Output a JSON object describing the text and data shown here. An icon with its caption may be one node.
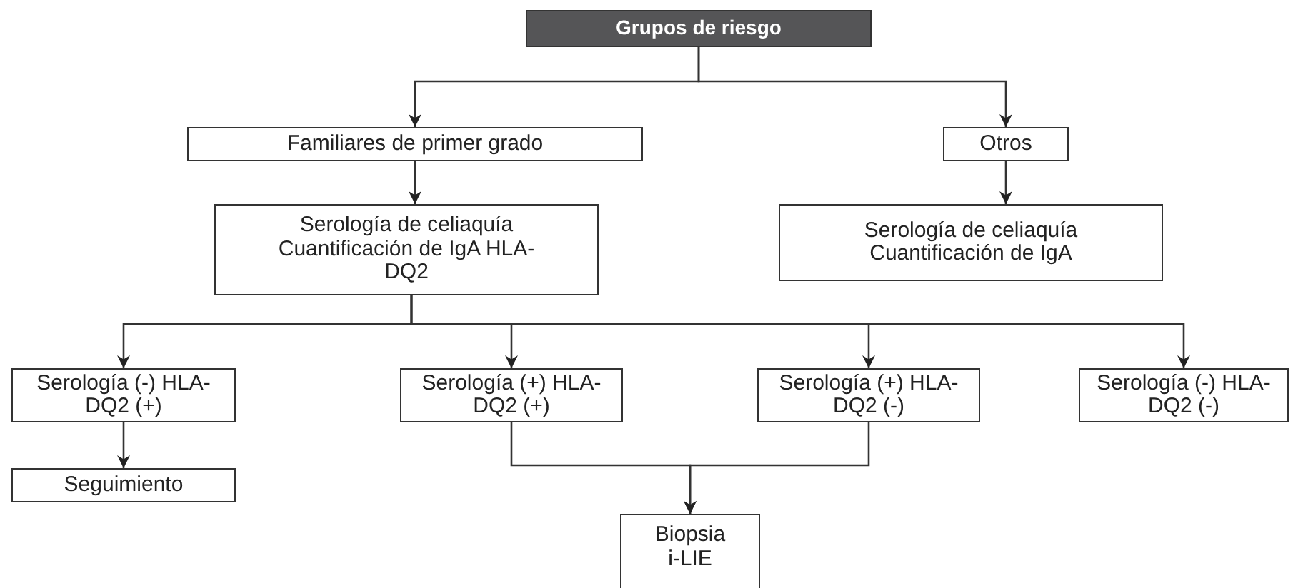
{
  "diagram": {
    "nodes": [
      {
        "text": [
          "Grupos de riesgo"
        ]
      },
      {
        "text": [
          "Familiares de primer grado"
        ]
      },
      {
        "text": [
          "Otros"
        ]
      },
      {
        "text": [
          "Serología de celiaquía Cuantificación de IgA HLA-DQ2"
        ]
      },
      {
        "text": [
          "Serología de celiaquía Cuantificación de IgA"
        ]
      },
      {
        "text": [
          "Serología (-) HLA-DQ2 (+)"
        ]
      },
      {
        "text": [
          "Serología (+) HLA-DQ2 (+)"
        ]
      },
      {
        "text": [
          "Serología (+) HLA-DQ2 (-)"
        ]
      },
      {
        "text": [
          "Serología (-) HLA-DQ2 (-)"
        ]
      },
      {
        "text": [
          "Seguimiento"
        ]
      },
      {
        "text": [
          "Biopsia i-LIE"
        ]
      }
    ],
    "edges": [
      {
        "from": 0,
        "to": 1,
        "arrow": "to"
      },
      {
        "from": 0,
        "to": 2,
        "arrow": "to"
      },
      {
        "from": 1,
        "to": 3,
        "arrow": "to"
      },
      {
        "from": 2,
        "to": 4,
        "arrow": "to"
      },
      {
        "from": 3,
        "to": 5,
        "arrow": "to"
      },
      {
        "from": 3,
        "to": 6,
        "arrow": "to"
      },
      {
        "from": 3,
        "to": 7,
        "arrow": "to"
      },
      {
        "from": 3,
        "to": 8,
        "arrow": "to"
      },
      {
        "from": 5,
        "to": 9,
        "arrow": "to"
      },
      {
        "from": 6,
        "to": 10,
        "arrow": "to"
      },
      {
        "from": 7,
        "to": 10,
        "arrow": "to"
      }
    ]
  }
}
